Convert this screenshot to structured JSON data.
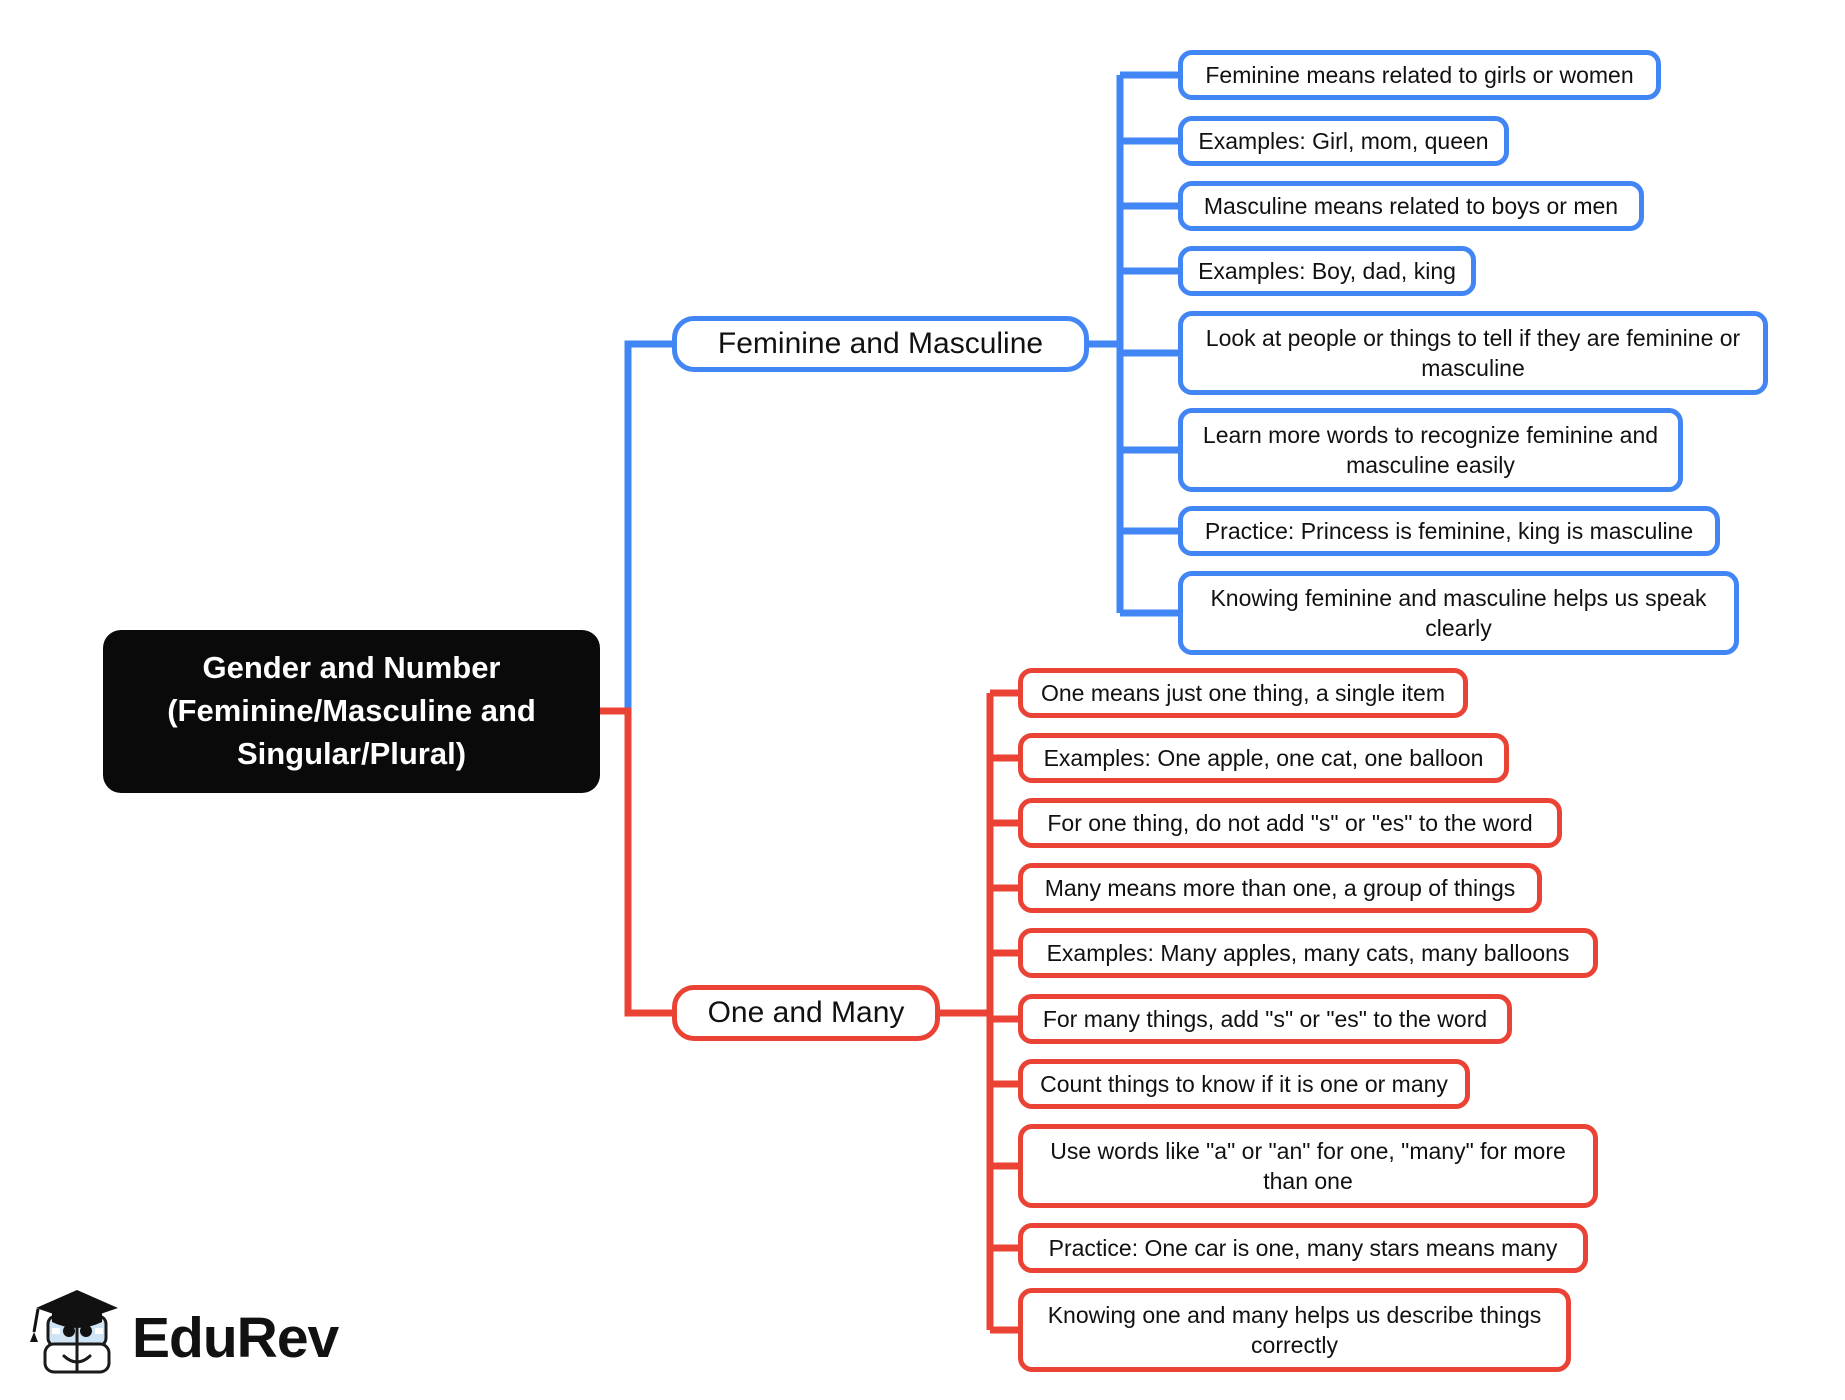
{
  "diagram": {
    "type": "mind-map",
    "root": {
      "label": "Gender and Number (Feminine/Masculine and Singular/Plural)",
      "line1": "Gender and Number",
      "line2": "(Feminine/Masculine and",
      "line3": "Singular/Plural)",
      "color": "#0a0a0a",
      "text_color": "#ffffff"
    },
    "branches": [
      {
        "label": "Feminine and Masculine",
        "color": "#4285f4",
        "leaves": [
          "Feminine means related to girls or women",
          "Examples: Girl, mom, queen",
          "Masculine means related to boys or men",
          "Examples: Boy, dad, king",
          "Look at people or things to tell if they are feminine or masculine",
          "Learn more words to recognize feminine and masculine easily",
          "Practice: Princess is feminine, king is masculine",
          "Knowing feminine and masculine helps us speak clearly"
        ]
      },
      {
        "label": "One and Many",
        "color": "#ea4335",
        "leaves": [
          "One means just one thing, a single item",
          "Examples: One apple, one cat, one balloon",
          "For one thing, do not add \"s\" or \"es\" to the word",
          "Many means more than one, a group of things",
          "Examples: Many apples, many cats, many balloons",
          "For many things, add \"s\" or \"es\" to the word",
          "Count things to know if it is one or many",
          "Use words like \"a\" or \"an\" for one, \"many\" for more than one",
          "Practice: One car is one, many stars means many",
          "Knowing one and many helps us describe things correctly"
        ]
      }
    ]
  },
  "branding": {
    "name": "EduRev",
    "logo_icon": "graduation-cap-book-icon"
  }
}
